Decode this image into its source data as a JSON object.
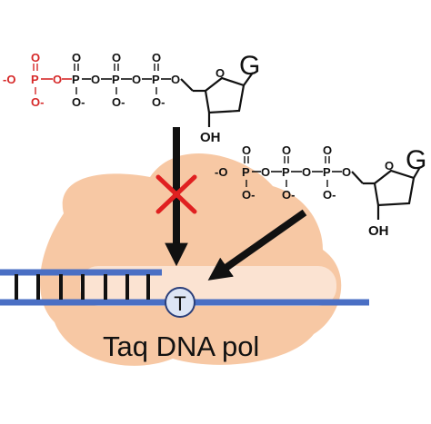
{
  "enzyme": {
    "label": "Taq DNA pol",
    "color": "#f7c8a4",
    "cleft_color": "#fbe3d2"
  },
  "template": {
    "strand_color": "#4a6fc4",
    "nucleotide": "T",
    "nucleotide_fill": "#dde5f5"
  },
  "blocked_substrate": {
    "chain": "-O-P-O-P-O-P-O-P-O",
    "chain_segments": [
      "-O",
      "P",
      "O",
      "P",
      "O",
      "P",
      "O",
      "P",
      "O"
    ],
    "top_oxygens": [
      "O",
      "O",
      "O",
      "O"
    ],
    "bottom_oxygens": [
      "O-",
      "O-",
      "O-",
      "O-"
    ],
    "extra_phosphate_color": "#d62828",
    "base": "G",
    "hydroxyl": "OH",
    "blocked_mark_color": "#e02020"
  },
  "allowed_substrate": {
    "chain": "-O-P-O-P-O-P-O",
    "chain_segments": [
      "-O",
      "P",
      "O",
      "P",
      "O",
      "P",
      "O"
    ],
    "top_oxygens": [
      "O",
      "O",
      "O"
    ],
    "bottom_oxygens": [
      "O-",
      "O-",
      "O-"
    ],
    "base": "G",
    "hydroxyl": "OH"
  }
}
